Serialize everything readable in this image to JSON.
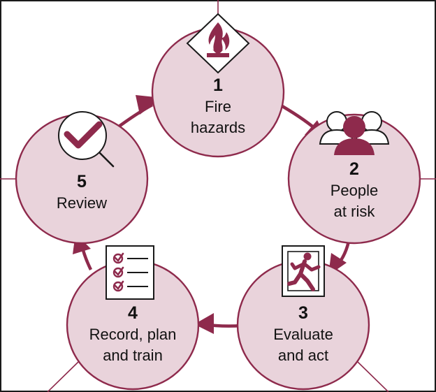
{
  "diagram": {
    "type": "cycle",
    "colors": {
      "accent": "#8e2a4c",
      "node_fill": "#e9d3db",
      "badge_fill": "#ffffff",
      "text": "#111111"
    },
    "steps": [
      {
        "number": "1",
        "line1": "Fire",
        "line2": "hazards",
        "icon": "flame-hazard-icon"
      },
      {
        "number": "2",
        "line1": "People",
        "line2": "at risk",
        "icon": "people-group-icon"
      },
      {
        "number": "3",
        "line1": "Evaluate",
        "line2": "and act",
        "icon": "emergency-exit-icon"
      },
      {
        "number": "4",
        "line1": "Record, plan",
        "line2": "and train",
        "icon": "checklist-icon"
      },
      {
        "number": "5",
        "line1": "Review",
        "line2": "",
        "icon": "magnifier-check-icon"
      }
    ]
  }
}
